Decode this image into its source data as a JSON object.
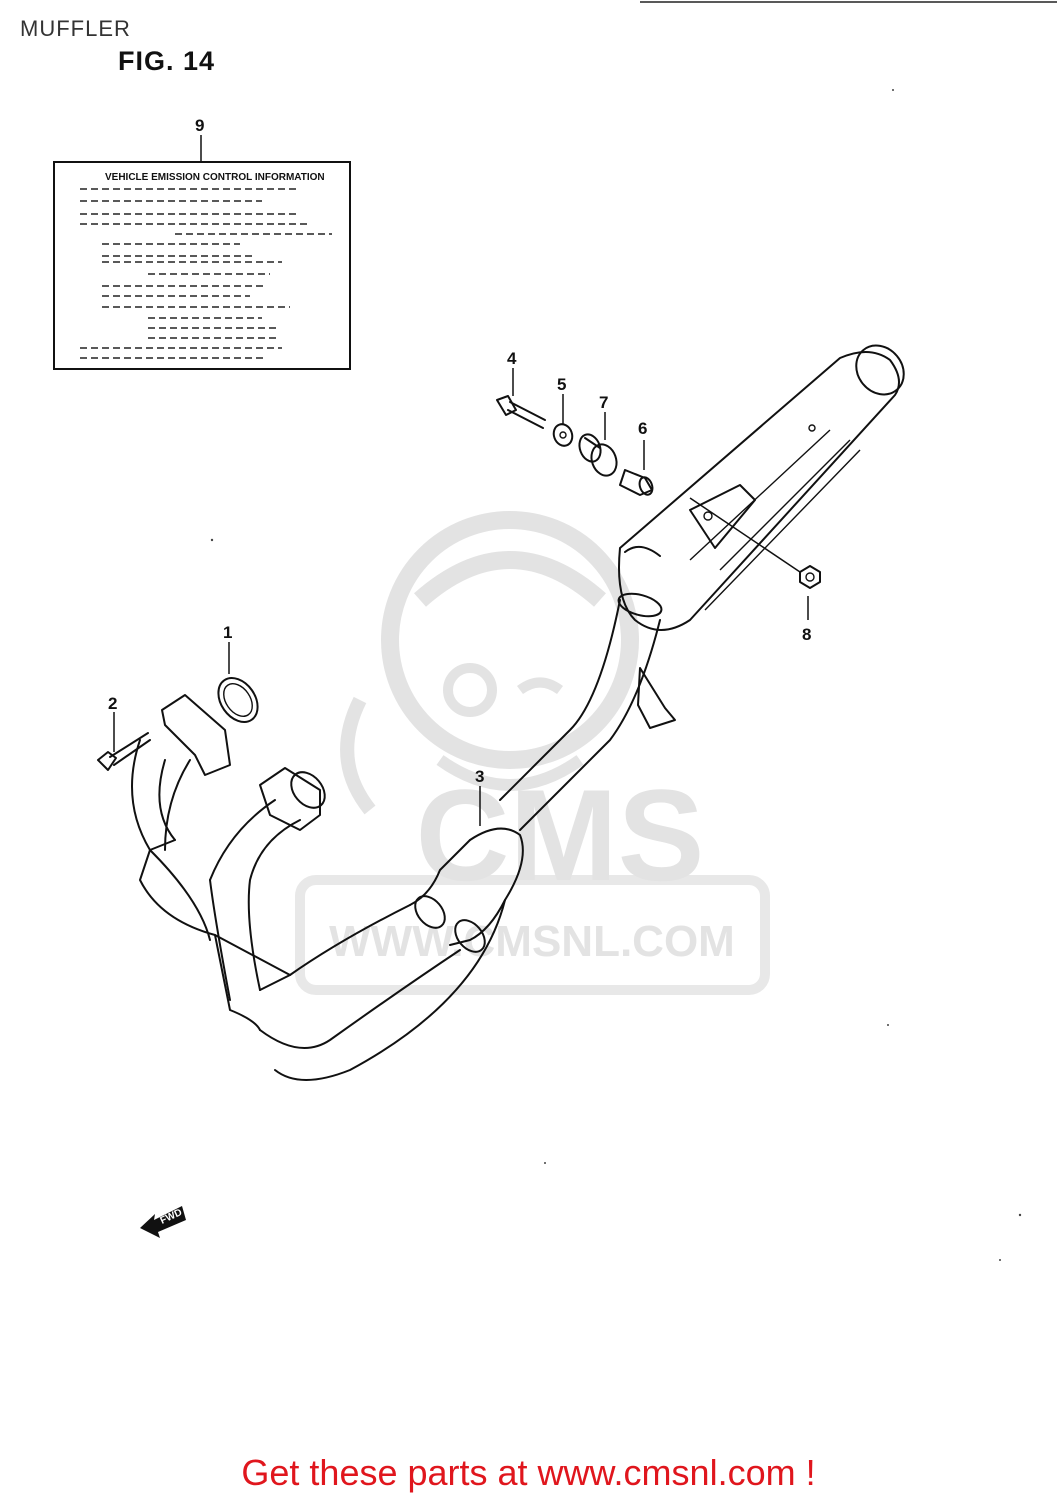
{
  "page": {
    "title": "MUFFLER",
    "figure_label": "FIG. 14"
  },
  "emission_label": {
    "title": "VEHICLE EMISSION CONTROL INFORMATION"
  },
  "callouts": [
    {
      "id": "1"
    },
    {
      "id": "2"
    },
    {
      "id": "3"
    },
    {
      "id": "4"
    },
    {
      "id": "5"
    },
    {
      "id": "6"
    },
    {
      "id": "7"
    },
    {
      "id": "8"
    },
    {
      "id": "9"
    }
  ],
  "watermark": {
    "brand": "CMS",
    "url": "WWW.CMSNL.COM"
  },
  "direction_badge": "FWD",
  "footer": {
    "link_text": "Get these parts at www.cmsnl.com !",
    "color": "#e0161d"
  },
  "colors": {
    "line_art": "#111111",
    "watermark": "#e3e3e3",
    "link": "#e0161d"
  }
}
